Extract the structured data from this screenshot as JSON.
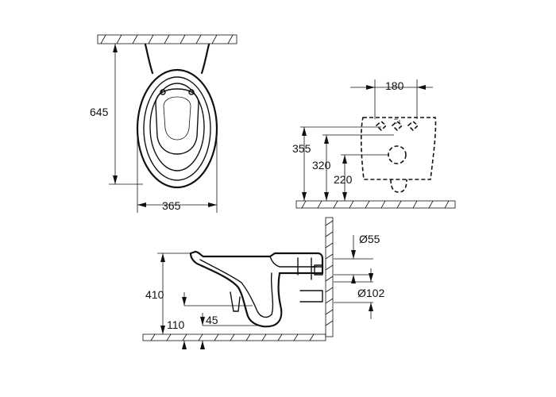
{
  "dimensions": {
    "top_depth": "645",
    "top_width": "365",
    "rear_width": "180",
    "rear_h1": "355",
    "rear_h2": "320",
    "rear_h3": "220",
    "side_height": "410",
    "side_low1": "110",
    "side_low2": "45",
    "side_d1": "Ø55",
    "side_d2": "Ø102"
  }
}
